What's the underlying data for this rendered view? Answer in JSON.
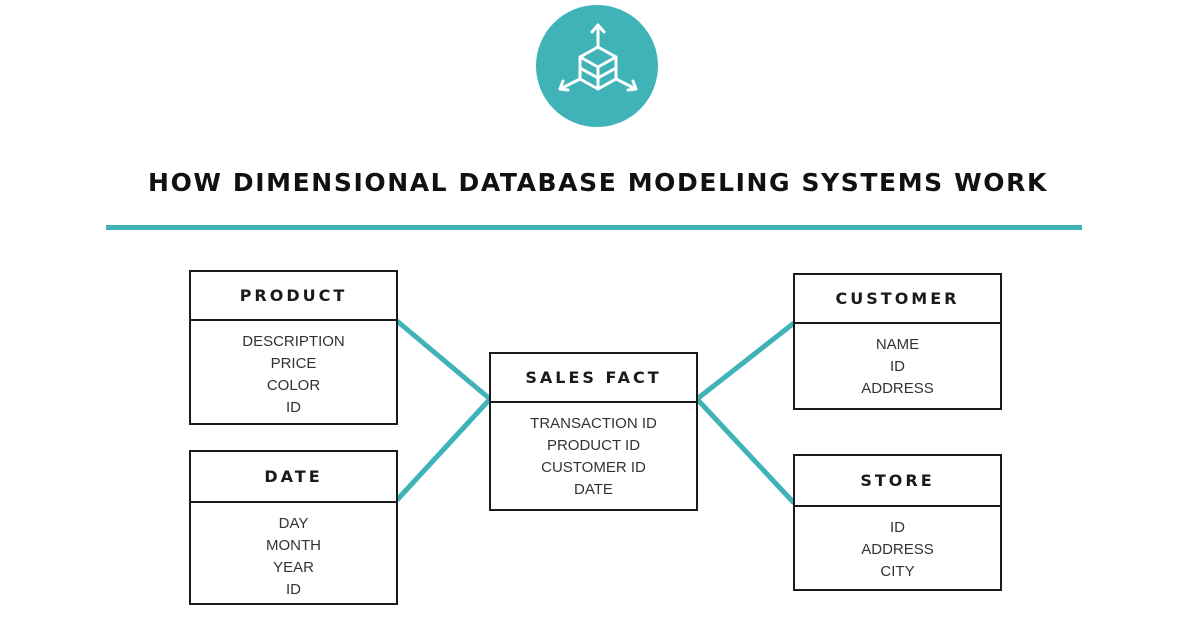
{
  "title": "HOW DIMENSIONAL DATABASE MODELING SYSTEMS WORK",
  "logo_icon": "cube-axes-icon",
  "colors": {
    "accent": "#3fb3b8",
    "text": "#1a1a1a",
    "field_text": "#333333"
  },
  "tables": {
    "product": {
      "name": "PRODUCT",
      "fields": [
        "DESCRIPTION",
        "PRICE",
        "COLOR",
        "ID"
      ]
    },
    "date": {
      "name": "DATE",
      "fields": [
        "DAY",
        "MONTH",
        "YEAR",
        "ID"
      ]
    },
    "sales_fact": {
      "name": "SALES FACT",
      "fields": [
        "TRANSACTION ID",
        "PRODUCT ID",
        "CUSTOMER ID",
        "DATE"
      ]
    },
    "customer": {
      "name": "CUSTOMER",
      "fields": [
        "NAME",
        "ID",
        "ADDRESS"
      ]
    },
    "store": {
      "name": "STORE",
      "fields": [
        "ID",
        "ADDRESS",
        "CITY"
      ]
    }
  },
  "connections": [
    [
      "product",
      "sales_fact"
    ],
    [
      "date",
      "sales_fact"
    ],
    [
      "customer",
      "sales_fact"
    ],
    [
      "store",
      "sales_fact"
    ]
  ]
}
